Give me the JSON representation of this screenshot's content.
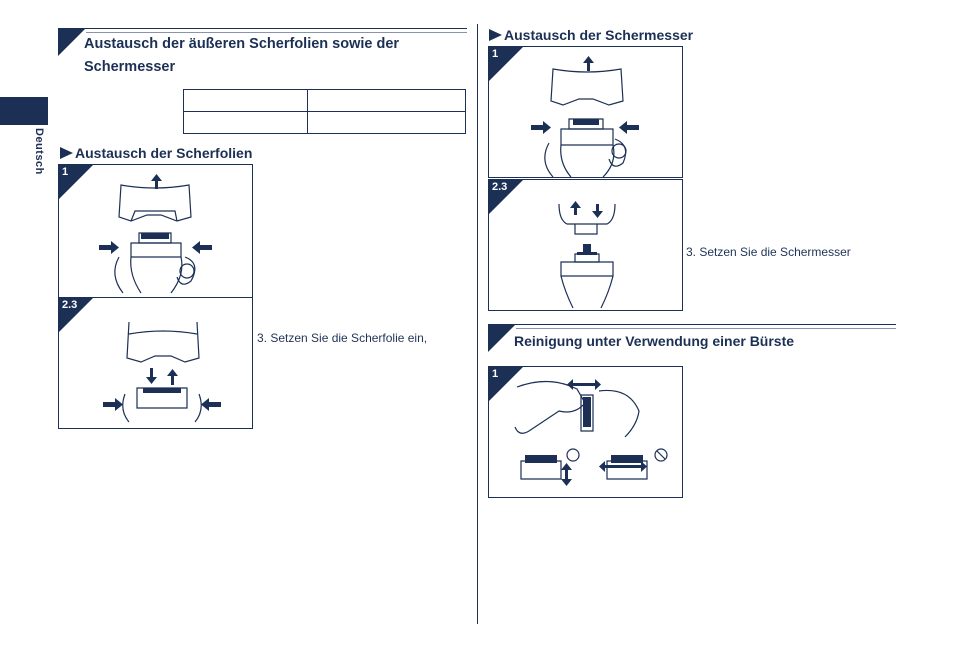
{
  "sidebar": {
    "label": "Deutsch"
  },
  "left": {
    "heading_line1": "Austausch der äußeren Scherfolien sowie der",
    "heading_line2": "Schermesser",
    "sub_heading": "Austausch der Scherfolien",
    "panel1_label": "1",
    "panel2_label": "2.3",
    "step_text": "3. Setzen Sie die Scherfolie ein,"
  },
  "right": {
    "sub_heading": "Austausch der Schermesser",
    "panel1_label": "1",
    "panel2_label": "2.3",
    "step_text": "3. Setzen Sie die Schermesser",
    "cleaning_heading": "Reinigung unter Verwendung einer Bürste",
    "panel3_label": "1"
  },
  "colors": {
    "navy": "#1c3055",
    "text": "#1f3356"
  }
}
